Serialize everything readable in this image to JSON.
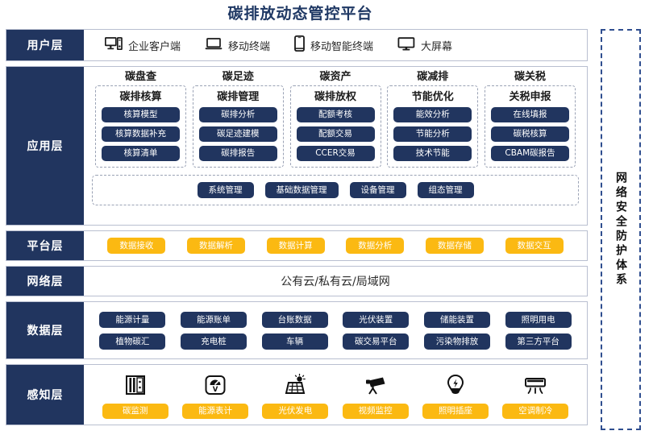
{
  "title": "碳排放动态管控平台",
  "security_panel": {
    "label": "网络安全防护体系"
  },
  "layers": {
    "user": {
      "label": "用户层",
      "items": [
        {
          "icon": "desktop-tower-icon",
          "label": "企业客户端"
        },
        {
          "icon": "laptop-icon",
          "label": "移动终端"
        },
        {
          "icon": "smartphone-icon",
          "label": "移动智能终端"
        },
        {
          "icon": "monitor-icon",
          "label": "大屏幕"
        }
      ]
    },
    "application": {
      "label": "应用层",
      "groups": [
        {
          "title": "碳盘查",
          "subtitle": "碳排核算",
          "items": [
            "核算模型",
            "核算数据补充",
            "核算清单"
          ]
        },
        {
          "title": "碳足迹",
          "subtitle": "碳排管理",
          "items": [
            "碳排分析",
            "碳足迹建模",
            "碳排报告"
          ]
        },
        {
          "title": "碳资产",
          "subtitle": "碳排放权",
          "items": [
            "配额考核",
            "配额交易",
            "CCER交易"
          ]
        },
        {
          "title": "碳减排",
          "subtitle": "节能优化",
          "items": [
            "能效分析",
            "节能分析",
            "技术节能"
          ]
        },
        {
          "title": "碳关税",
          "subtitle": "关税申报",
          "items": [
            "在线填报",
            "碳税核算",
            "CBAM碳报告"
          ]
        }
      ],
      "management": [
        "系统管理",
        "基础数据管理",
        "设备管理",
        "组态管理"
      ]
    },
    "platform": {
      "label": "平台层",
      "items": [
        "数据接收",
        "数据解析",
        "数据计算",
        "数据分析",
        "数据存储",
        "数据交互"
      ]
    },
    "network": {
      "label": "网络层",
      "text": "公有云/私有云/局域网"
    },
    "data": {
      "label": "数据层",
      "row1": [
        "能源计量",
        "能源账单",
        "台账数据",
        "光伏装置",
        "储能装置",
        "照明用电"
      ],
      "row2": [
        "植物碳汇",
        "充电桩",
        "车辆",
        "碳交易平台",
        "污染物排放",
        "第三方平台"
      ]
    },
    "perception": {
      "label": "感知层",
      "items": [
        {
          "icon": "carbon-monitor-cabinet-icon",
          "label": "碳监测"
        },
        {
          "icon": "energy-meter-gauge-icon",
          "label": "能源表计"
        },
        {
          "icon": "solar-panel-icon",
          "label": "光伏发电"
        },
        {
          "icon": "cctv-camera-icon",
          "label": "视频监控"
        },
        {
          "icon": "lightbulb-socket-icon",
          "label": "照明插座"
        },
        {
          "icon": "air-conditioner-icon",
          "label": "空调制冷"
        }
      ]
    }
  },
  "colors": {
    "navy": "#21355f",
    "amber": "#fbb912",
    "title": "#1f3864",
    "border": "#b9bfd0",
    "dashed": "#9aa2b5",
    "security_dash": "#2f4e8f"
  }
}
